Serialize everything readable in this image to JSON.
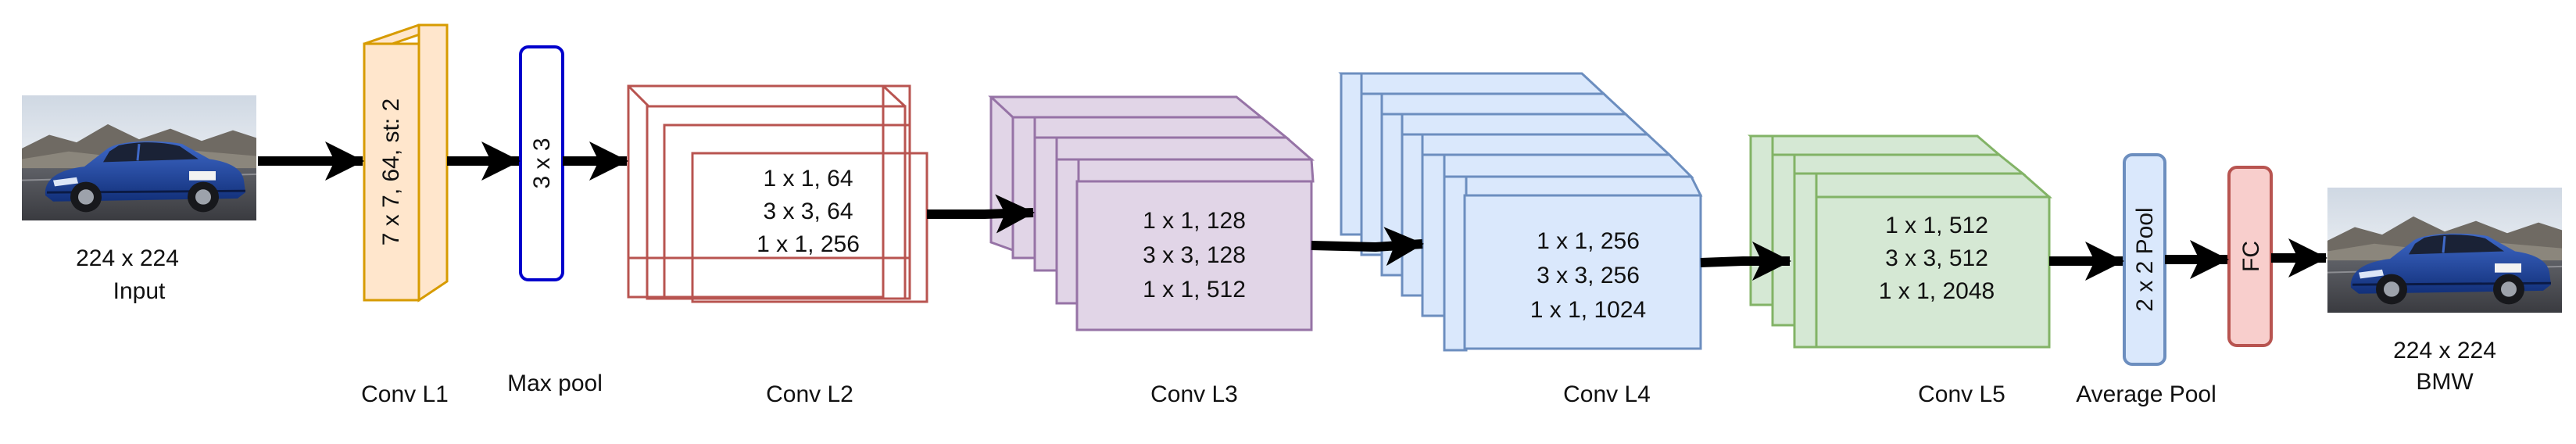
{
  "input": {
    "size": "224 x 224",
    "name": "Input"
  },
  "output": {
    "size": "224 x 224",
    "name": "BMW"
  },
  "conv1": {
    "text": "7 x 7, 64, st: 2",
    "label": "Conv L1"
  },
  "maxpool": {
    "text": "3 x 3",
    "label": "Max pool"
  },
  "conv2": {
    "lines": [
      "1 x 1, 64",
      "3 x 3, 64",
      "1 x 1, 256"
    ],
    "label": "Conv L2"
  },
  "conv3": {
    "lines": [
      "1 x 1, 128",
      "3 x 3, 128",
      "1 x 1, 512"
    ],
    "label": "Conv L3"
  },
  "conv4": {
    "lines": [
      "1 x 1, 256",
      "3 x 3, 256",
      "1 x 1, 1024"
    ],
    "label": "Conv L4"
  },
  "conv5": {
    "lines": [
      "1 x 1, 512",
      "3 x 3, 512",
      "1 x 1, 2048"
    ],
    "label": "Conv L5"
  },
  "avgpool": {
    "text": "2 x 2 Pool",
    "label": "Average Pool"
  },
  "fc": {
    "text": "FC"
  },
  "colors": {
    "conv1_fill": "#ffe6cc",
    "conv1_stroke": "#d79b00",
    "maxpool_stroke": "#0000cc",
    "conv2_stroke": "#b85450",
    "conv3_fill": "#e1d5e7",
    "conv3_stroke": "#9673a6",
    "conv4_fill": "#dae8fc",
    "conv4_stroke": "#6c8ebf",
    "conv5_fill": "#d5e8d4",
    "conv5_stroke": "#82b366",
    "avgpool_fill": "#dae8fc",
    "avgpool_stroke": "#6c8ebf",
    "fc_fill": "#f8cecc",
    "fc_stroke": "#b85450",
    "arrow": "#000000"
  }
}
